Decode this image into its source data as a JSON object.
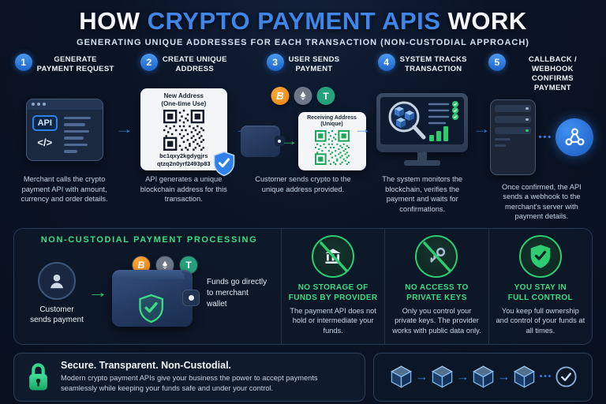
{
  "colors": {
    "background": "#0b1425",
    "accent_blue": "#3f86e8",
    "accent_green": "#3ddc84",
    "btc_orange": "#f7931a",
    "eth_gray": "#6e7788",
    "usdt_green": "#26a17b",
    "card_white": "#f3f5f7",
    "shield_blue": "#2f80e8",
    "check_green": "#2ecc71"
  },
  "icons": {
    "arrow_right": "→",
    "dots": "•••",
    "check": "✓",
    "names": [
      "browser-window-icon",
      "qr-code-icon",
      "shield-check-icon",
      "bitcoin-icon",
      "ethereum-icon",
      "tether-icon",
      "wallet-icon",
      "monitor-icon",
      "magnifier-icon",
      "server-icon",
      "webhook-icon",
      "user-icon",
      "bank-icon",
      "key-icon",
      "padlock-icon",
      "blockchain-cube-icon",
      "check-circle-icon"
    ]
  },
  "header": {
    "title_pre": "HOW ",
    "title_highlight": "CRYPTO PAYMENT APIS",
    "title_post": " WORK",
    "subtitle": "GENERATING UNIQUE ADDRESSES FOR EACH TRANSACTION (NON-CUSTODIAL APPROACH)"
  },
  "steps": [
    {
      "number": "1",
      "title": "GENERATE\nPAYMENT REQUEST",
      "api_label": "API",
      "code_label": "</>",
      "caption": "Merchant calls the crypto payment API with amount, currency and order details."
    },
    {
      "number": "2",
      "title": "CREATE UNIQUE\nADDRESS",
      "card_title": "New Address\n(One-time Use)",
      "address": "bc1qxy2kgdygjrs\nqtzq2n0yrf2493p83",
      "caption": "API generates a unique blockchain address for this transaction."
    },
    {
      "number": "3",
      "title": "USER SENDS\nPAYMENT",
      "card_title": "Receiving Address\n(Unique)",
      "caption": "Customer sends crypto to the unique address provided."
    },
    {
      "number": "4",
      "title": "SYSTEM TRACKS\nTRANSACTION",
      "caption": "The system monitors the blockchain, verifies the payment and waits for confirmations."
    },
    {
      "number": "5",
      "title": "CALLBACK /\nWEBHOOK CONFIRMS\nPAYMENT",
      "caption": "Once confirmed, the API sends a webhook to the merchant's server with payment details."
    }
  ],
  "coins": {
    "btc_symbol": "B",
    "usdt_symbol": "T"
  },
  "middle": {
    "title": "NON-CUSTODIAL PAYMENT PROCESSING",
    "customer_label": "Customer\nsends payment",
    "funds_text": "Funds go directly to merchant wallet",
    "columns": [
      {
        "heading": "NO STORAGE OF\nFUNDS BY PROVIDER",
        "text": "The payment API does not hold or intermediate your funds."
      },
      {
        "heading": "NO ACCESS TO\nPRIVATE KEYS",
        "text": "Only you control your private keys. The provider works with public data only."
      },
      {
        "heading": "YOU STAY IN\nFULL CONTROL",
        "text": "You keep full ownership and control of your funds at all times."
      }
    ]
  },
  "footer": {
    "banner_heading": "Secure. Transparent. Non-Custodial.",
    "banner_text": "Modern crypto payment APIs give your business the power to accept payments seamlessly while keeping your funds safe and under your control."
  }
}
